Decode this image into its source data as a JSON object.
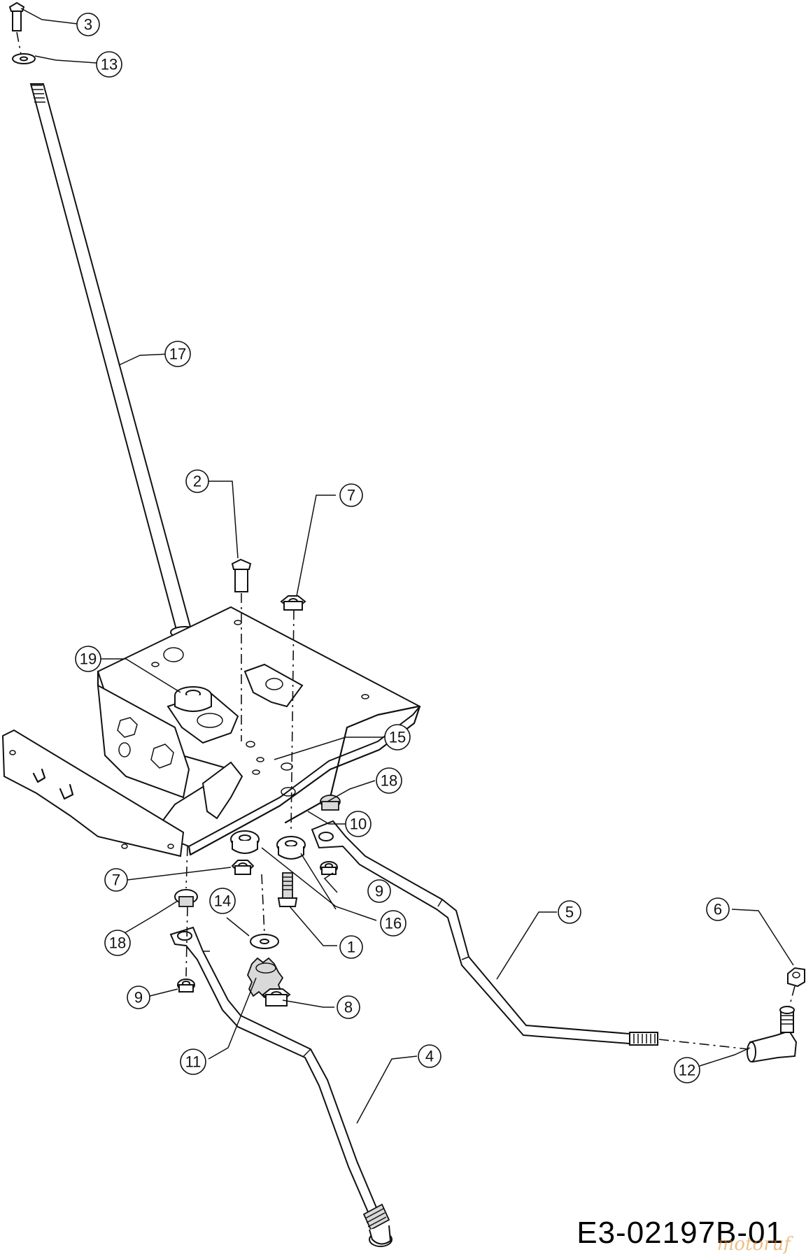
{
  "diagram": {
    "code": "E3-02197B-01",
    "watermark": "motoruf",
    "callouts": [
      "3",
      "13",
      "17",
      "2",
      "7",
      "19",
      "15",
      "18",
      "10",
      "7",
      "18",
      "14",
      "9",
      "16",
      "1",
      "9",
      "11",
      "8",
      "4",
      "5",
      "6",
      "12"
    ]
  }
}
